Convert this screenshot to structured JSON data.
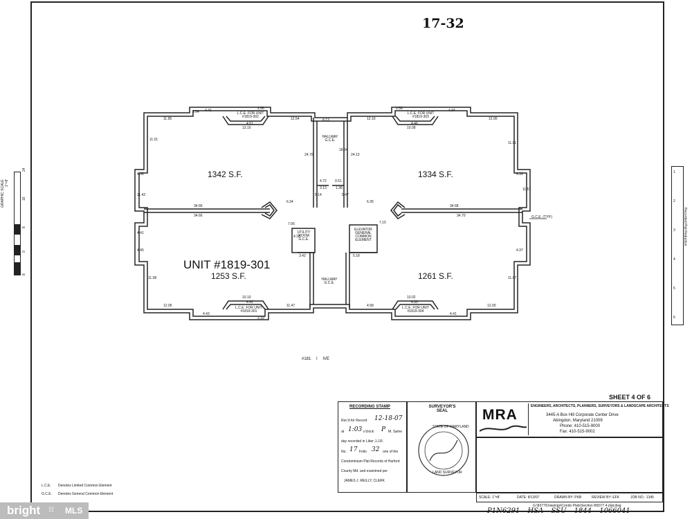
{
  "sheet_number": "17-32",
  "floor_plan": {
    "units": [
      {
        "area": "1342 S.F."
      },
      {
        "area": "1334 S.F."
      },
      {
        "name": "UNIT #1819-301",
        "area": "1253 S.F."
      },
      {
        "area": "1261 S.F."
      }
    ],
    "lce_labels": [
      "L.C.E. FOR UNIT #1819-302",
      "L.C.E. FOR UNIT #1819-303",
      "L.C.E. FOR UNIT #1819-301",
      "L.C.E. FOR UNIT #1819-304"
    ],
    "hallway_top": "HALLWAY G.C.E.",
    "hallway_bottom": "HALLWAY G.C.E.",
    "utility_room": "UTILITY ROOM G.C.E.",
    "elevator": "ELEVATOR GENERAL COMMON ELEMENT",
    "gce_typ": "G.C.E. (TYP.)",
    "address_fragment": "#181     I     IVE",
    "dimensions": {
      "d1": "4.41",
      "d2": "2.56",
      "d3": "2.54",
      "d4": "11.95",
      "d5": "4.51",
      "d6": "12.54",
      "d7": "13.10",
      "d8": "11.01",
      "d9": "4.36",
      "d10": "11.42",
      "d11": "24.70",
      "d12": "8.13",
      "d13": "18.34",
      "d14": "4.72",
      "d15": "0.51",
      "d16": "3.13",
      "d17": "1.38",
      "d18": "5.14",
      "d19": "5.47",
      "d20": "34.66",
      "d21": "6.34",
      "d22": "6.35",
      "d23": "34.68",
      "d24": "12.10",
      "d25": "2.56",
      "d26": "4.46",
      "d27": "10.08",
      "d28": "4.34",
      "d29": "12.00",
      "d30": "11.01",
      "d31": "4.39",
      "d32": "11.57",
      "d33": "24.13",
      "d34": "34.66",
      "d35": "34.70",
      "d36": "4.41",
      "d37": "4.45",
      "d38": "11.08",
      "d39": "12.05",
      "d40": "4.43",
      "d41": "10.10",
      "d42": "4.42",
      "d43": "11.47",
      "d44": "2.33",
      "d45": "3.42",
      "d46": "4.18",
      "d47": "7.06",
      "d48": "5.18",
      "d49": "7.15",
      "d50": "4.37",
      "d51": "11.07",
      "d52": "12.00",
      "d53": "10.02",
      "d54": "4.30",
      "d55": "4.41",
      "d56": "4.58"
    }
  },
  "scale_bar": {
    "title": "GRAPHIC SCALE",
    "scale": "1\"=8'",
    "ticks": [
      "24",
      "16",
      "8",
      "0",
      "8"
    ]
  },
  "ruler": {
    "label": "Recorded Plat Reduction",
    "ticks": [
      "1",
      "2",
      "3",
      "4",
      "5",
      "6"
    ]
  },
  "legend": [
    {
      "abbr": "L.C.E.",
      "text": "Denotes Limited Common Element"
    },
    {
      "abbr": "G.C.E.",
      "text": "Denotes General Common Element"
    }
  ],
  "sheet_label": "SHEET 4 OF 6",
  "recording_stamp": {
    "title": "RECORDING STAMP",
    "lines": [
      "Rec'd for Record",
      "at",
      "o'clock",
      "M. Same",
      "day recorded in Liber J.J.R.",
      "No.",
      "Folio",
      "one of the",
      "Condominium Plat Records of Harford",
      "County Md. and examined per"
    ],
    "date": "12-18-07",
    "time": "1:03",
    "ampm": "P",
    "no": "17",
    "folio": "32",
    "clerk": "JAMES J. REILLY, CLERK"
  },
  "surveyor_seal": {
    "title": "SURVEYOR'S SEAL",
    "seal_text": "STATE OF MARYLAND",
    "seal_bottom": "LAND SURVEYOR"
  },
  "firm": {
    "logo": "MRA",
    "tagline": "ENGINEERS, ARCHITECTS, PLANNERS, SURVEYORS & LANDSCAPE ARCHITECTS",
    "address": "3445-A Box Hill Corporate Center Drive",
    "city": "Abingdon, Maryland 21009",
    "phone": "Phone: 410-515-9000",
    "fax": "Fax: 410-515-9002"
  },
  "title_block": [
    {
      "label": "SCALE:",
      "value": "1\"=8'"
    },
    {
      "label": "DATE:",
      "value": "8/13/07"
    },
    {
      "label": "DRAWN BY:",
      "value": "PKB"
    },
    {
      "label": "REVIEW BY:",
      "value": "EFK"
    },
    {
      "label": "JOB NO.:",
      "value": "1345"
    }
  ],
  "handwritten_bottom": "P1N6291   HSA   SSU   1844   1066041",
  "file_path": "G:\\8377\\Drawings\\Condo Plats\\Section 8\\8377 4 plat.dwg",
  "watermark": {
    "brand": "bright",
    "suffix": "MLS"
  }
}
